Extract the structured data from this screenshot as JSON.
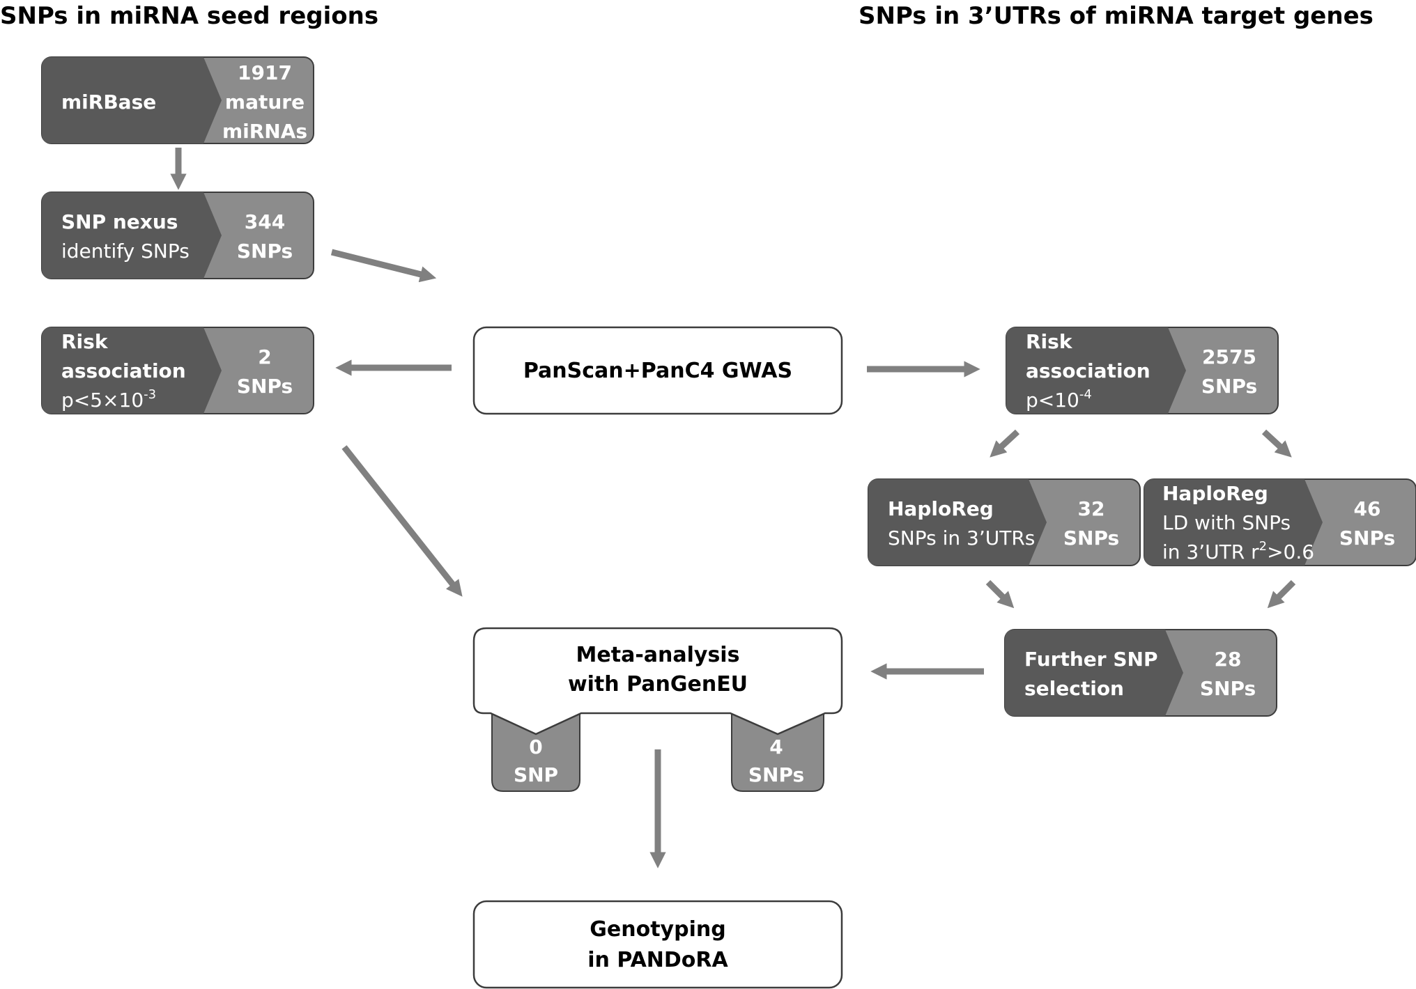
{
  "headings": {
    "left": "SNPs in miRNA seed regions",
    "right": "SNPs in 3’UTRs of miRNA target genes"
  },
  "boxes": {
    "mirbase": {
      "label": "miRBase",
      "count_1": "1917",
      "count_2": "mature",
      "count_3": "miRNAs"
    },
    "snp_nexus": {
      "label_1": "SNP nexus",
      "label_2": "identify SNPs",
      "count_1": "344",
      "count_2": "SNPs"
    },
    "risk_left": {
      "label_1": "Risk",
      "label_2": "association",
      "label_3": "p<5×10",
      "label_3_sup": "-3",
      "count_1": "2",
      "count_2": "SNPs"
    },
    "gwas": {
      "label": "PanScan+PanC4 GWAS"
    },
    "risk_right": {
      "label_1": "Risk",
      "label_2": "association",
      "label_3": "p<10",
      "label_3_sup": "-4",
      "count_1": "2575",
      "count_2": "SNPs"
    },
    "haploreg_1": {
      "label_1": "HaploReg",
      "label_2": "SNPs in 3’UTRs",
      "count_1": "32",
      "count_2": "SNPs"
    },
    "haploreg_2": {
      "label_1": "HaploReg",
      "label_2": "LD with SNPs",
      "label_3": "in 3’UTR r",
      "label_3_sup": "2",
      "label_3_end": ">0.6",
      "count_1": "46",
      "count_2": "SNPs"
    },
    "further": {
      "label_1": "Further SNP",
      "label_2": "selection",
      "count_1": "28",
      "count_2": "SNPs"
    },
    "meta": {
      "label_1": "Meta-analysis",
      "label_2": "with PanGenEU",
      "tab_left_1": "0",
      "tab_left_2": "SNP",
      "tab_right_1": "4",
      "tab_right_2": "SNPs"
    },
    "genotyping": {
      "label_1": "Genotyping",
      "label_2": "in PANDoRA"
    }
  },
  "colors": {
    "dark": "#595959",
    "light": "#8c8c8c",
    "arrow": "#808080",
    "outline": "#3c3c3c"
  }
}
